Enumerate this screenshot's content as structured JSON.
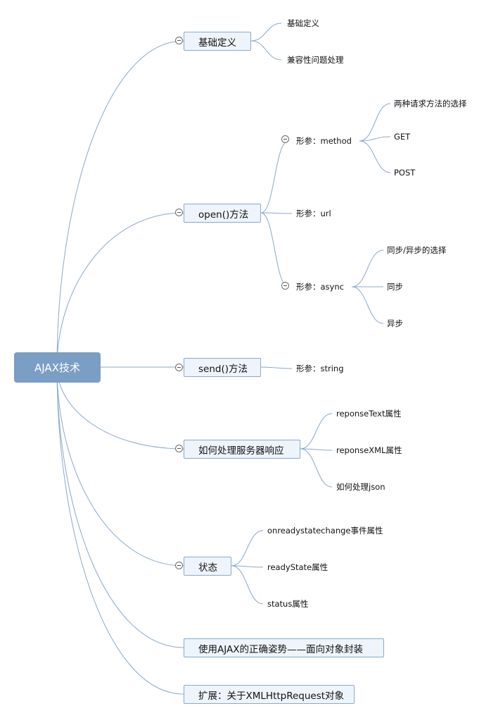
{
  "root": {
    "label": "AJAX技术"
  },
  "colors": {
    "root_fill": "#7a9ec4",
    "branch_fill": "#eef4fb",
    "line": "#8aa9c9"
  },
  "icons": {
    "toggle": "collapse-minus-icon"
  },
  "branches": [
    {
      "label": "基础定义",
      "children": [
        {
          "label": "基础定义"
        },
        {
          "label": "兼容性问题处理"
        }
      ]
    },
    {
      "label": "open()方法",
      "children": [
        {
          "label": "形参：method",
          "children": [
            {
              "label": "两种请求方法的选择"
            },
            {
              "label": "GET"
            },
            {
              "label": "POST"
            }
          ]
        },
        {
          "label": "形参：url"
        },
        {
          "label": "形参：async",
          "children": [
            {
              "label": "同步/异步的选择"
            },
            {
              "label": "同步"
            },
            {
              "label": "异步"
            }
          ]
        }
      ]
    },
    {
      "label": "send()方法",
      "children": [
        {
          "label": "形参：string"
        }
      ]
    },
    {
      "label": "如何处理服务器响应",
      "children": [
        {
          "label": "reponseText属性"
        },
        {
          "label": "reponseXML属性"
        },
        {
          "label": "如何处理json"
        }
      ]
    },
    {
      "label": "状态",
      "children": [
        {
          "label": "onreadystatechange事件属性"
        },
        {
          "label": "readyState属性"
        },
        {
          "label": "status属性"
        }
      ]
    },
    {
      "label": "使用AJAX的正确姿势——面向对象封装"
    },
    {
      "label": "扩展：关于XMLHttpRequest对象"
    }
  ]
}
